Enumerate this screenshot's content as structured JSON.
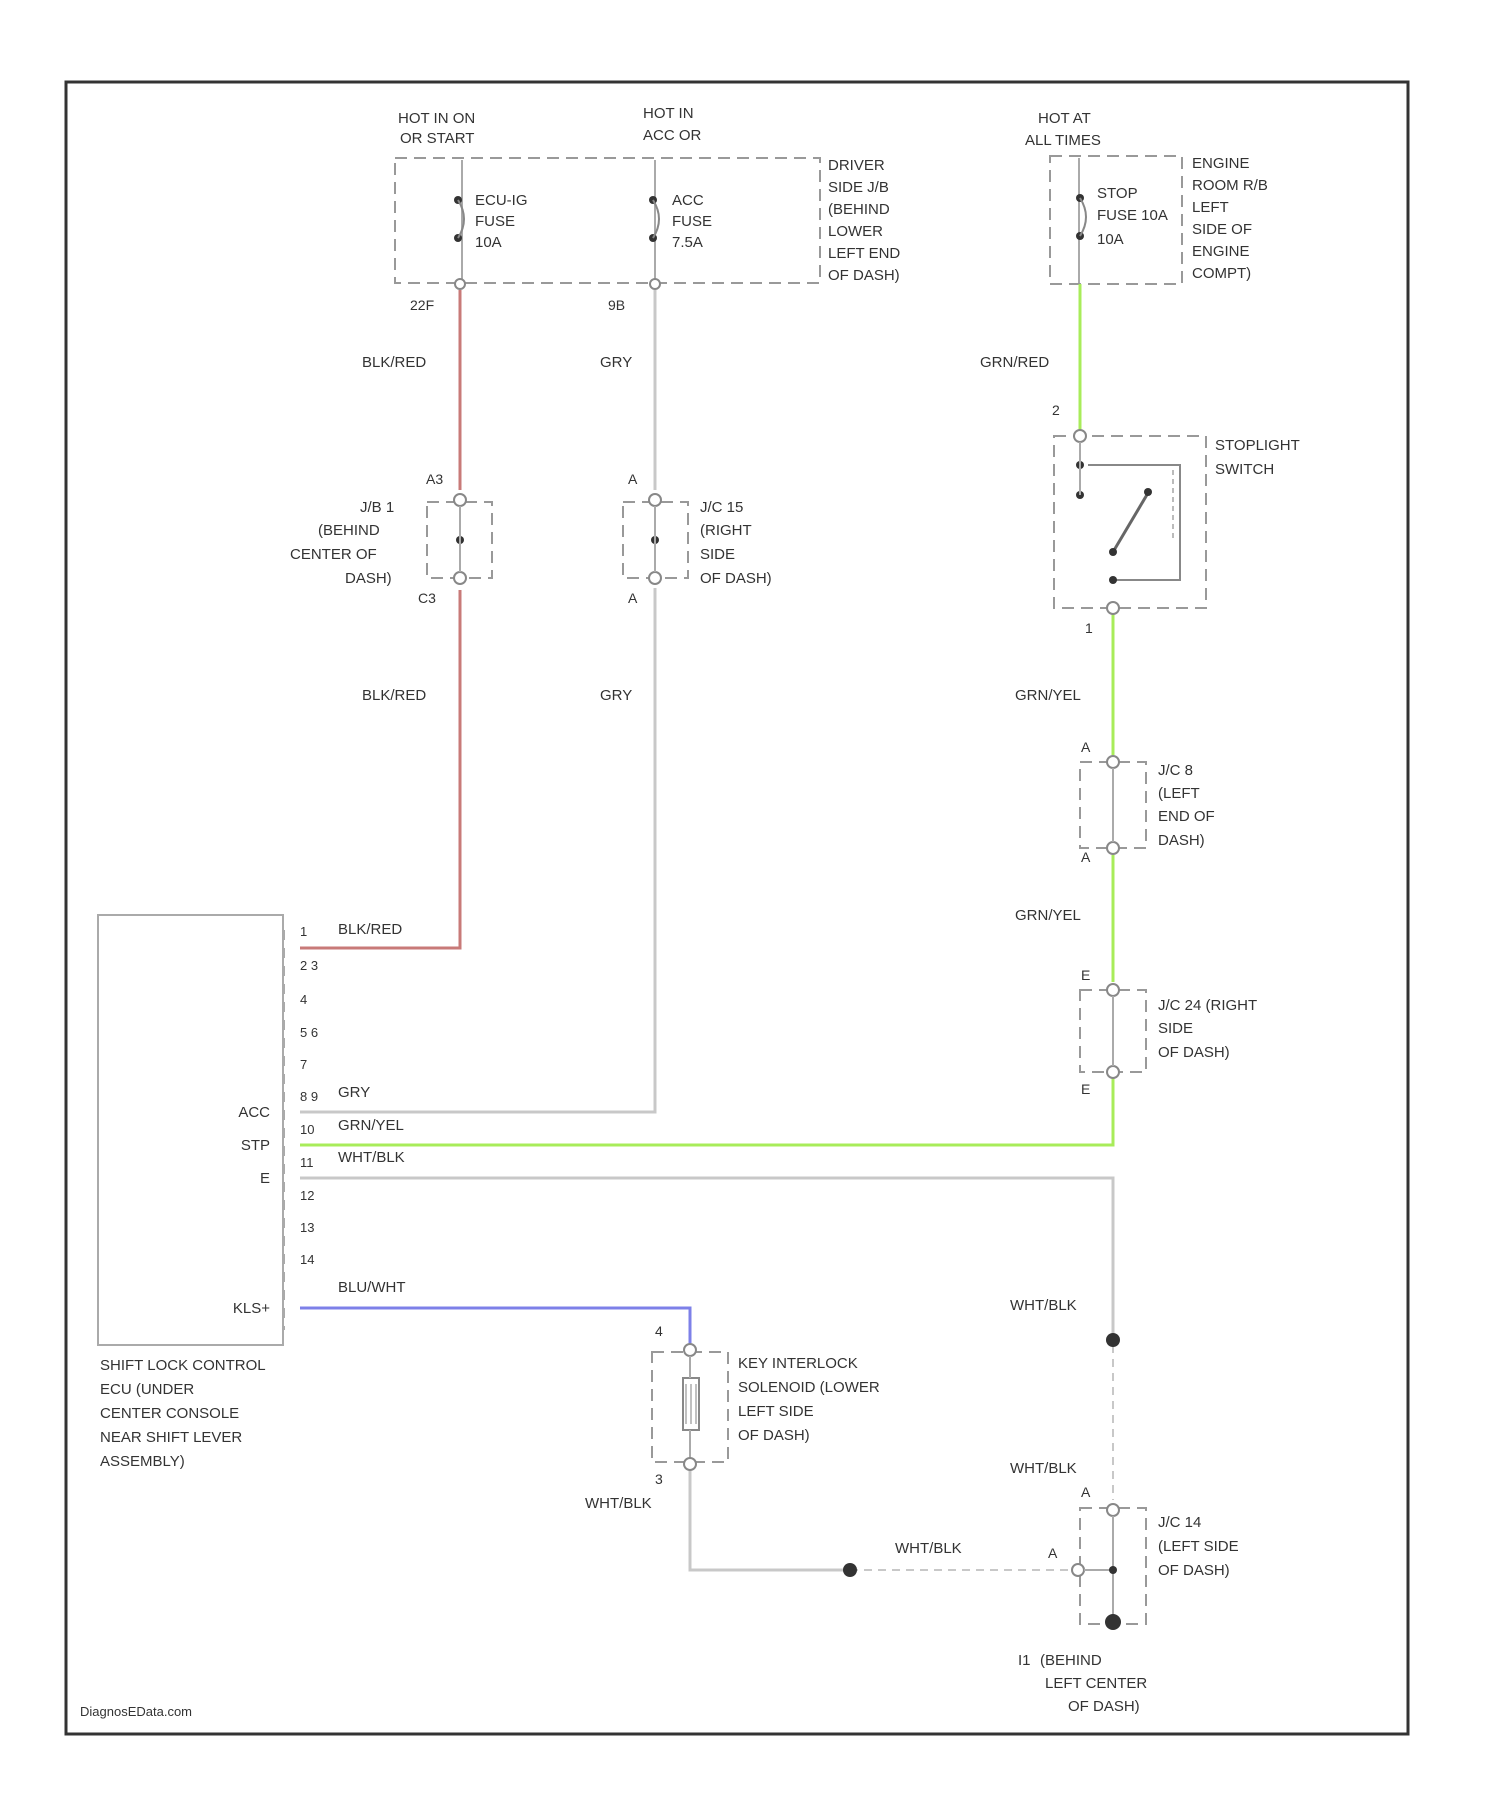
{
  "colors": {
    "wire_red": "#c87a78",
    "wire_gray": "#c8c8c8",
    "wire_green": "#a8ec5a",
    "wire_blue": "#7d80e8",
    "frame": "#333333"
  },
  "power_sources": {
    "hot_on_start": [
      "HOT IN ON",
      "OR START"
    ],
    "hot_acc": [
      "HOT IN",
      "ACC OR"
    ],
    "hot_all_times": [
      "HOT AT",
      "ALL TIMES"
    ]
  },
  "fuses": {
    "ecu_ig": [
      "ECU-IG",
      "FUSE",
      "10A"
    ],
    "acc": [
      "ACC",
      "FUSE",
      "7.5A"
    ],
    "stop": [
      "STOP",
      "FUSE 10A",
      "10A"
    ]
  },
  "boxes": {
    "driver_jb": [
      "DRIVER",
      "SIDE J/B",
      "(BEHIND",
      "LOWER",
      "LEFT END",
      "OF DASH)"
    ],
    "engine_rb": [
      "ENGINE",
      "ROOM R/B",
      "LEFT",
      "SIDE OF",
      "ENGINE",
      "COMPT)"
    ],
    "stoplight_switch": [
      "STOPLIGHT",
      "SWITCH"
    ],
    "jb1": [
      "J/B 1",
      "(BEHIND",
      "CENTER OF",
      "DASH)"
    ],
    "jc15": [
      "J/C 15",
      "(RIGHT",
      "SIDE",
      "OF DASH)"
    ],
    "jc8": [
      "J/C 8",
      "(LEFT",
      "END OF",
      "DASH)"
    ],
    "jc24": [
      "J/C 24 (RIGHT",
      "SIDE",
      "OF DASH)"
    ],
    "jc14": [
      "J/C 14",
      "(LEFT SIDE",
      "OF DASH)"
    ],
    "solenoid": [
      "KEY INTERLOCK",
      "SOLENOID (LOWER",
      "LEFT SIDE",
      "OF DASH)"
    ],
    "ecu": [
      "SHIFT LOCK CONTROL",
      "ECU (UNDER",
      "CENTER CONSOLE",
      "NEAR SHIFT LEVER",
      "ASSEMBLY)"
    ],
    "ground": [
      "(BEHIND",
      "LEFT CENTER",
      "OF DASH)"
    ]
  },
  "connectors": {
    "c1": "22F",
    "c2": "9B",
    "c3": "2",
    "jb_top": "A3",
    "jb_bot": "C3",
    "jc15_top": "A",
    "jc15_bot": "A",
    "sw_bot": "1",
    "jc8_top": "A",
    "jc8_bot": "A",
    "jc24_top": "E",
    "jc24_bot": "E",
    "sol_top": "4",
    "sol_bot": "3",
    "jc14_top": "A",
    "jc14_left": "A",
    "ground_id": "I1"
  },
  "wires": {
    "blk_red_1": "BLK/RED",
    "blk_red_2": "BLK/RED",
    "blk_red_3": "BLK/RED",
    "gry_1": "GRY",
    "gry_2": "GRY",
    "gry_3": "GRY",
    "grn_red": "GRN/RED",
    "grn_yel_1": "GRN/YEL",
    "grn_yel_2": "GRN/YEL",
    "grn_yel_3": "GRN/YEL",
    "wht_blk_1": "WHT/BLK",
    "wht_blk_2": "WHT/BLK",
    "wht_blk_3": "WHT/BLK",
    "wht_blk_4": "WHT/BLK",
    "wht_blk_5": "WHT/BLK",
    "blu_wht": "BLU/WHT"
  },
  "ecu_terminals": {
    "acc": "ACC",
    "stp": "STP",
    "e": "E",
    "kls": "KLS+"
  },
  "ecu_pins": [
    "1",
    "2 3",
    "4",
    "5 6",
    "7",
    "8 9",
    "10",
    "11",
    "12",
    "13",
    "14"
  ],
  "watermark": "DiagnosEData.com"
}
